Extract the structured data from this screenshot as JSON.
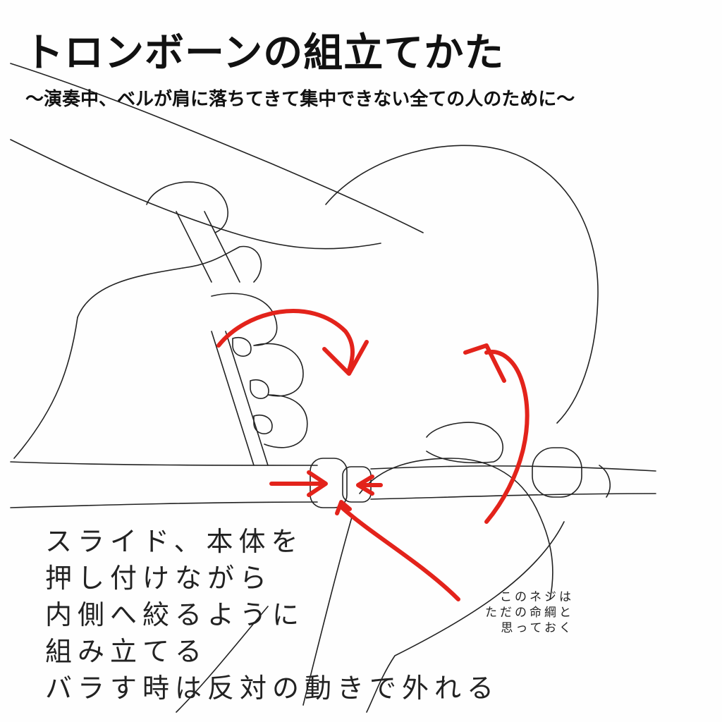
{
  "title": "トロンボーンの組立てかた",
  "subtitle": "〜演奏中、ベルが肩に落ちてきて集中できない全ての人のために〜",
  "instructions": [
    "スライド、本体を",
    "押し付けながら",
    "内側へ絞るように",
    "組み立てる",
    "バラす時は反対の動きで外れる"
  ],
  "screw_note": [
    "このネジは",
    "ただの命綱と",
    "思っておく"
  ],
  "colors": {
    "ink": "#111111",
    "arrow": "#e3231b",
    "background": "#fefefe"
  }
}
